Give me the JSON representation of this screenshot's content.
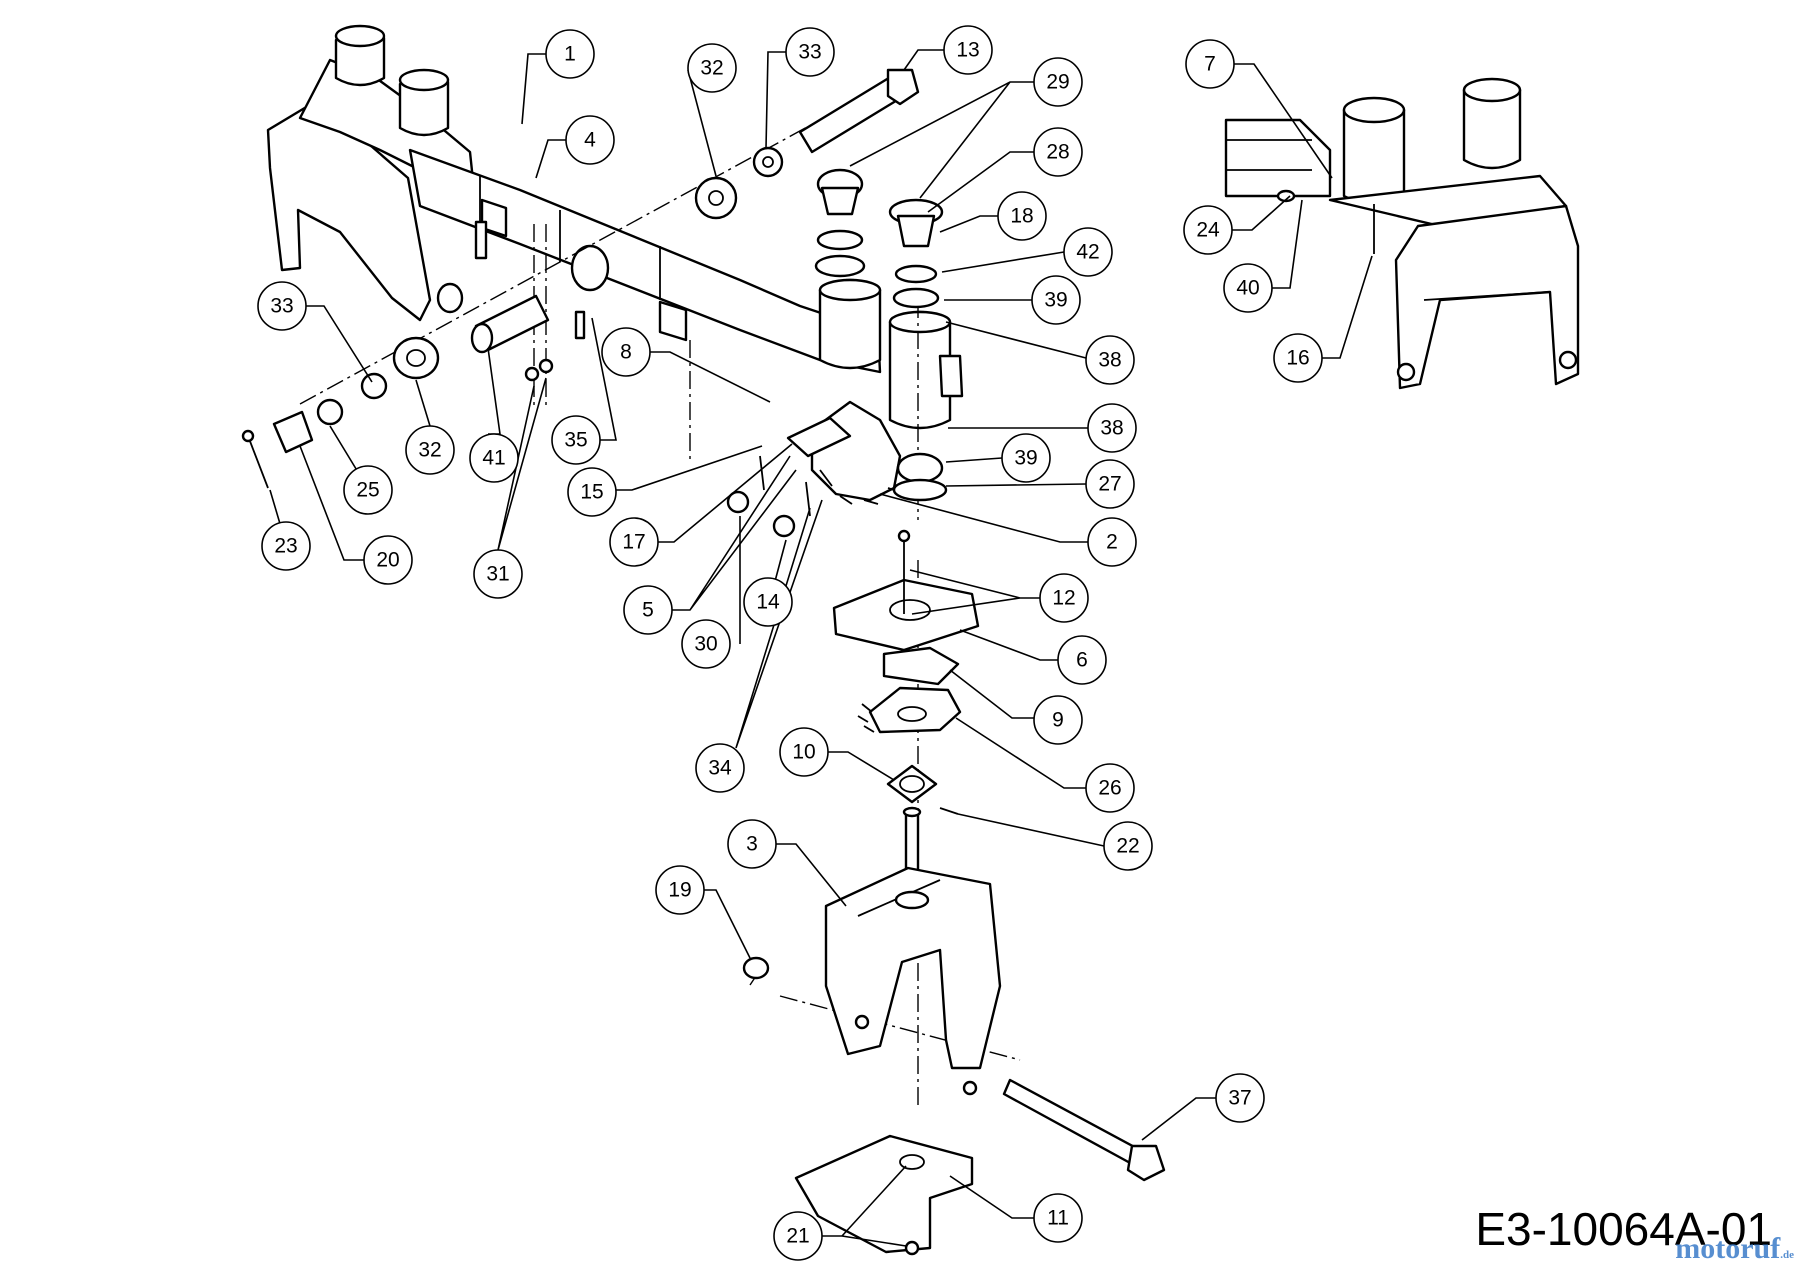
{
  "document_code": "E3-10064A-01",
  "watermark": {
    "brand": "motoruf",
    "suffix": ".de"
  },
  "callouts": [
    {
      "id": "c1",
      "label": "1"
    },
    {
      "id": "c4",
      "label": "4"
    },
    {
      "id": "c32a",
      "label": "32"
    },
    {
      "id": "c33a",
      "label": "33"
    },
    {
      "id": "c13",
      "label": "13"
    },
    {
      "id": "c29",
      "label": "29"
    },
    {
      "id": "c28",
      "label": "28"
    },
    {
      "id": "c18",
      "label": "18"
    },
    {
      "id": "c42",
      "label": "42"
    },
    {
      "id": "c39a",
      "label": "39"
    },
    {
      "id": "c38a",
      "label": "38"
    },
    {
      "id": "c33b",
      "label": "33"
    },
    {
      "id": "c8",
      "label": "8"
    },
    {
      "id": "c32b",
      "label": "32"
    },
    {
      "id": "c41",
      "label": "41"
    },
    {
      "id": "c35",
      "label": "35"
    },
    {
      "id": "c25",
      "label": "25"
    },
    {
      "id": "c15",
      "label": "15"
    },
    {
      "id": "c38b",
      "label": "38"
    },
    {
      "id": "c39b",
      "label": "39"
    },
    {
      "id": "c27",
      "label": "27"
    },
    {
      "id": "c23",
      "label": "23"
    },
    {
      "id": "c20",
      "label": "20"
    },
    {
      "id": "c31",
      "label": "31"
    },
    {
      "id": "c17",
      "label": "17"
    },
    {
      "id": "c2",
      "label": "2"
    },
    {
      "id": "c12",
      "label": "12"
    },
    {
      "id": "c5",
      "label": "5"
    },
    {
      "id": "c14",
      "label": "14"
    },
    {
      "id": "c30",
      "label": "30"
    },
    {
      "id": "c6",
      "label": "6"
    },
    {
      "id": "c9",
      "label": "9"
    },
    {
      "id": "c34",
      "label": "34"
    },
    {
      "id": "c10",
      "label": "10"
    },
    {
      "id": "c26",
      "label": "26"
    },
    {
      "id": "c22",
      "label": "22"
    },
    {
      "id": "c3",
      "label": "3"
    },
    {
      "id": "c19",
      "label": "19"
    },
    {
      "id": "c37",
      "label": "37"
    },
    {
      "id": "c11",
      "label": "11"
    },
    {
      "id": "c21",
      "label": "21"
    },
    {
      "id": "c7",
      "label": "7"
    },
    {
      "id": "c24",
      "label": "24"
    },
    {
      "id": "c40",
      "label": "40"
    },
    {
      "id": "c16",
      "label": "16"
    }
  ]
}
